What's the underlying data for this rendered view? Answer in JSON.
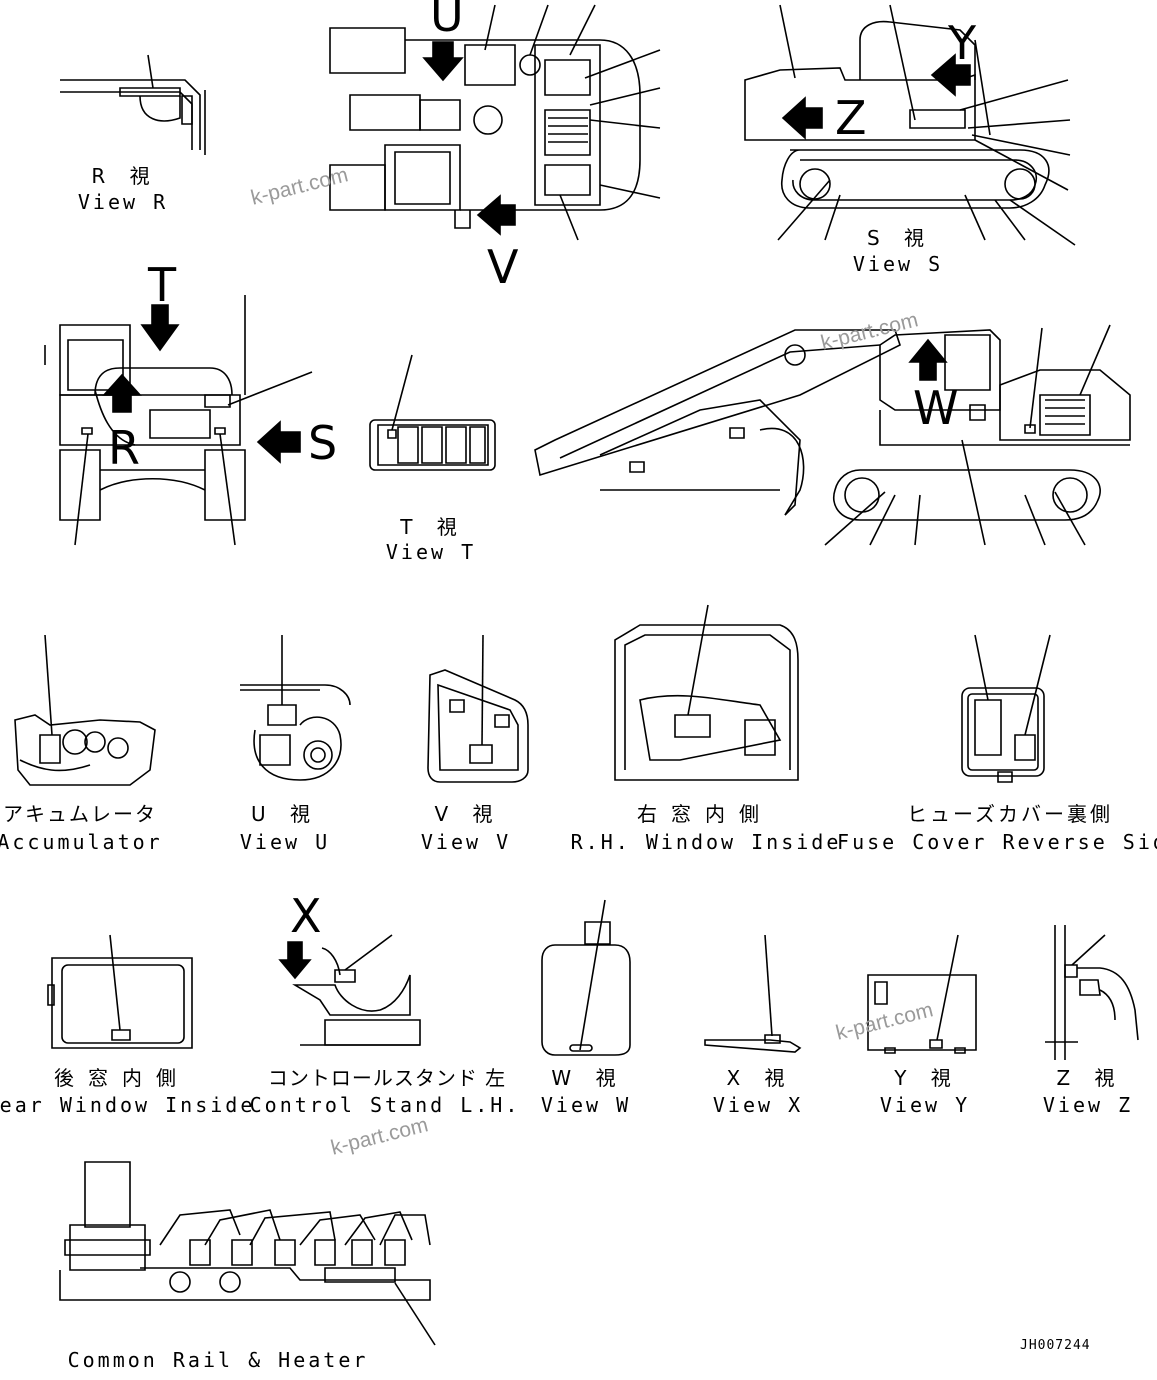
{
  "watermark": "k-part.com",
  "drawing_code": "JH007244",
  "big_letters": {
    "U": "U",
    "V": "V",
    "Y": "Y",
    "Z": "Z",
    "T": "T",
    "R": "R",
    "S": "S",
    "W": "W",
    "X": "X"
  },
  "views": {
    "view_r": {
      "jp": "R 視",
      "en": "View R"
    },
    "view_s": {
      "jp": "S 視",
      "en": "View S"
    },
    "view_t": {
      "jp": "T 視",
      "en": "View T"
    },
    "accumulator": {
      "jp": "アキュムレータ",
      "en": "Accumulator"
    },
    "view_u": {
      "jp": "U 視",
      "en": "View U"
    },
    "view_v": {
      "jp": "V 視",
      "en": "View V"
    },
    "rh_window": {
      "jp": "右窓内側",
      "en": "R.H. Window Inside"
    },
    "fuse_cover": {
      "jp": "ヒューズカバー裏側",
      "en": "Fuse Cover Reverse Side"
    },
    "rear_window": {
      "jp": "後窓内側",
      "en": "Rear Window Inside"
    },
    "control_stand": {
      "jp": "コントロールスタンド 左",
      "en": "Control Stand L.H."
    },
    "view_w": {
      "jp": "W 視",
      "en": "View W"
    },
    "view_x": {
      "jp": "X 視",
      "en": "View X"
    },
    "view_y": {
      "jp": "Y 視",
      "en": "View Y"
    },
    "view_z": {
      "jp": "Z 視",
      "en": "View Z"
    },
    "common_rail": {
      "en": "Common Rail & Heater"
    }
  }
}
